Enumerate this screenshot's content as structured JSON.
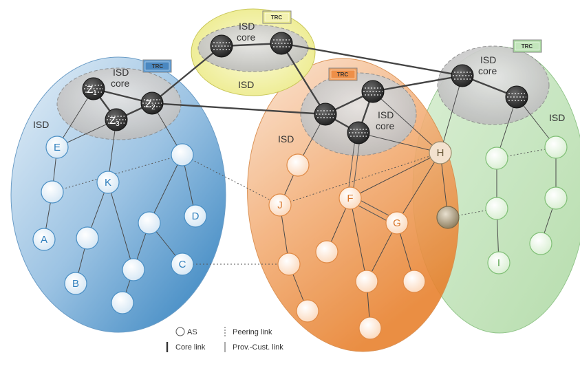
{
  "isds": {
    "blue": {
      "isd_label": "ISD",
      "core_label_1": "ISD",
      "core_label_2": "core",
      "trc": "TRC",
      "color": "#3d87c0",
      "trc_color": "#5b9bd5"
    },
    "yellow": {
      "isd_label": "ISD",
      "core_label_1": "ISD",
      "core_label_2": "core",
      "trc": "TRC",
      "color": "#e8e67a",
      "trc_color": "#e9e88a"
    },
    "orange": {
      "isd_label": "ISD",
      "core_label_1": "ISD",
      "core_label_2": "core",
      "trc": "TRC",
      "color": "#ec8f45",
      "trc_color": "#f0a060"
    },
    "green": {
      "isd_label": "ISD",
      "core_label_1": "ISD",
      "core_label_2": "core",
      "trc": "TRC",
      "color": "#a9d8a0",
      "trc_color": "#a9d8a0"
    }
  },
  "core_nodes": {
    "z1": {
      "label": "Z",
      "sub": "1"
    },
    "z2": {
      "label": "Z",
      "sub": "2"
    },
    "z3": {
      "label": "Z",
      "sub": "3"
    }
  },
  "nodes": {
    "E": "E",
    "K": "K",
    "D": "D",
    "A": "A",
    "C": "C",
    "B": "B",
    "J": "J",
    "F": "F",
    "G": "G",
    "H": "H",
    "I": "I"
  },
  "legend": {
    "as": "AS",
    "core_link": "Core link",
    "peering_link": "Peering link",
    "prov_cust_link": "Prov.-Cust. link"
  }
}
